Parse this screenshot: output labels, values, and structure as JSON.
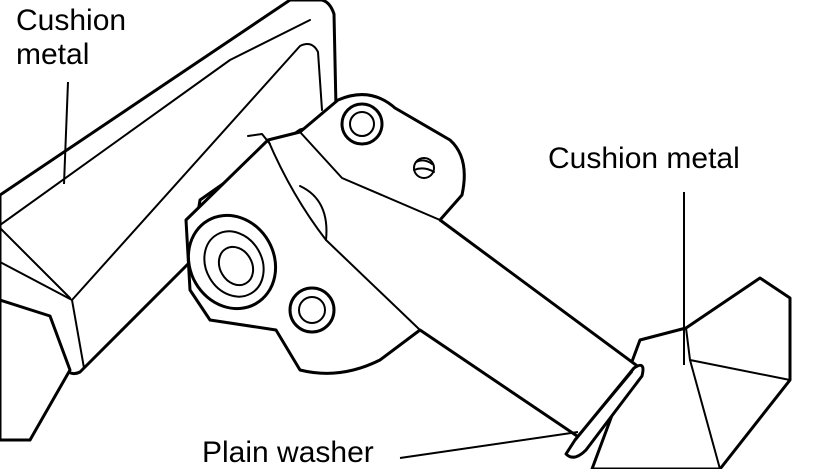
{
  "labels": {
    "cushion_metal_left_line1": "Cushion",
    "cushion_metal_left_line2": "metal",
    "cushion_metal_right": "Cushion metal",
    "plain_washer": "Plain washer"
  }
}
